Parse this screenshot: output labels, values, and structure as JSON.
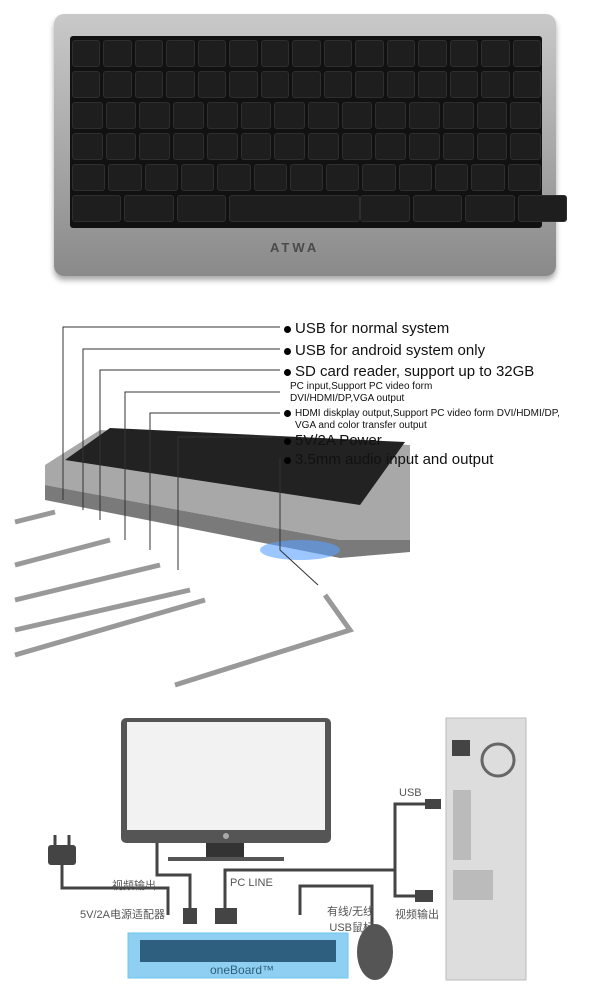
{
  "keyboard": {
    "logo": "ATWA",
    "colors": {
      "frame": "#b0b0b0",
      "keys": "#1e1e1e",
      "legend": "#5fe05f"
    }
  },
  "ports": {
    "labels": [
      "USB  for normal system",
      "USB for android system only",
      "SD card reader, support up to 32GB",
      "PC input,Support PC video form",
      "DVI/HDMI/DP,VGA output",
      "HDMI diskplay output,Support PC video form DVI/HDMI/DP,",
      "VGA and color transfer output",
      "5V/2A Power",
      "3.5mm audio input and output"
    ]
  },
  "connection": {
    "usb": "USB",
    "video_out_monitor": "视频输出",
    "video_out_pc": "视频输出",
    "pc_line": "PC LINE",
    "power_adapter": "5V/2A电源适配器",
    "mouse_line1": "有线/无线",
    "mouse_line2": "USB鼠标",
    "brand": "oneBoard™",
    "accent": "#6ec6f0"
  }
}
